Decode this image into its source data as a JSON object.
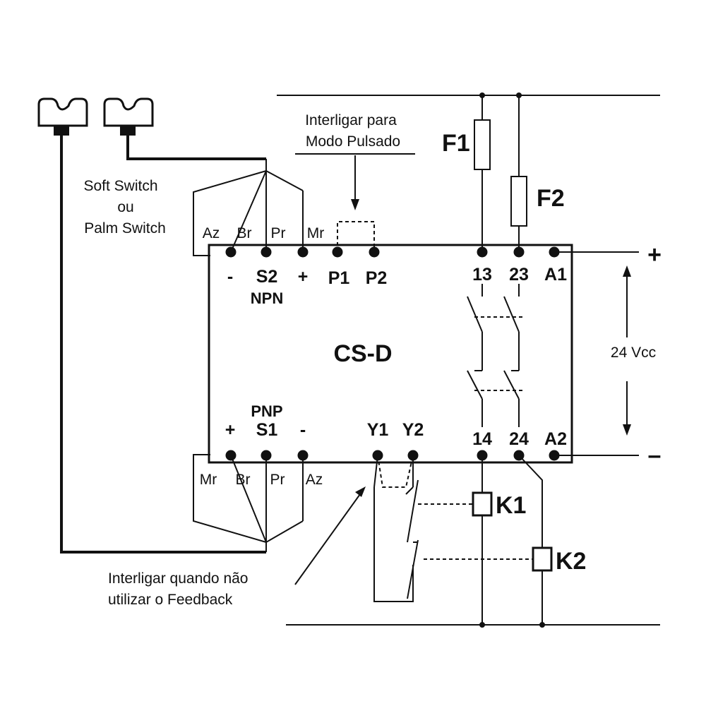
{
  "device": {
    "name": "CS-D"
  },
  "top_terminals": {
    "minus": "-",
    "s2": "S2",
    "npn": "NPN",
    "plus": "+",
    "p1": "P1",
    "p2": "P2",
    "t13": "13",
    "t23": "23",
    "a1": "A1"
  },
  "bottom_terminals": {
    "pnp": "PNP",
    "plus": "+",
    "s1": "S1",
    "minus": "-",
    "y1": "Y1",
    "y2": "Y2",
    "t14": "14",
    "t24": "24",
    "a2": "A2"
  },
  "wire_colors_top": {
    "az": "Az",
    "br": "Br",
    "pr": "Pr",
    "mr": "Mr"
  },
  "wire_colors_bottom": {
    "mr": "Mr",
    "br": "Br",
    "pr": "Pr",
    "az": "Az"
  },
  "switch_label": {
    "line1": "Soft Switch",
    "line2": "ou",
    "line3": "Palm Switch"
  },
  "pulse_note": {
    "line1": "Interligar para",
    "line2": "Modo Pulsado"
  },
  "feedback_note": {
    "line1": "Interligar quando não",
    "line2": "utilizar o Feedback"
  },
  "fuses": {
    "f1": "F1",
    "f2": "F2"
  },
  "contactors": {
    "k1": "K1",
    "k2": "K2"
  },
  "supply": {
    "voltage": "24 Vcc",
    "plus": "+",
    "minus": "–"
  }
}
